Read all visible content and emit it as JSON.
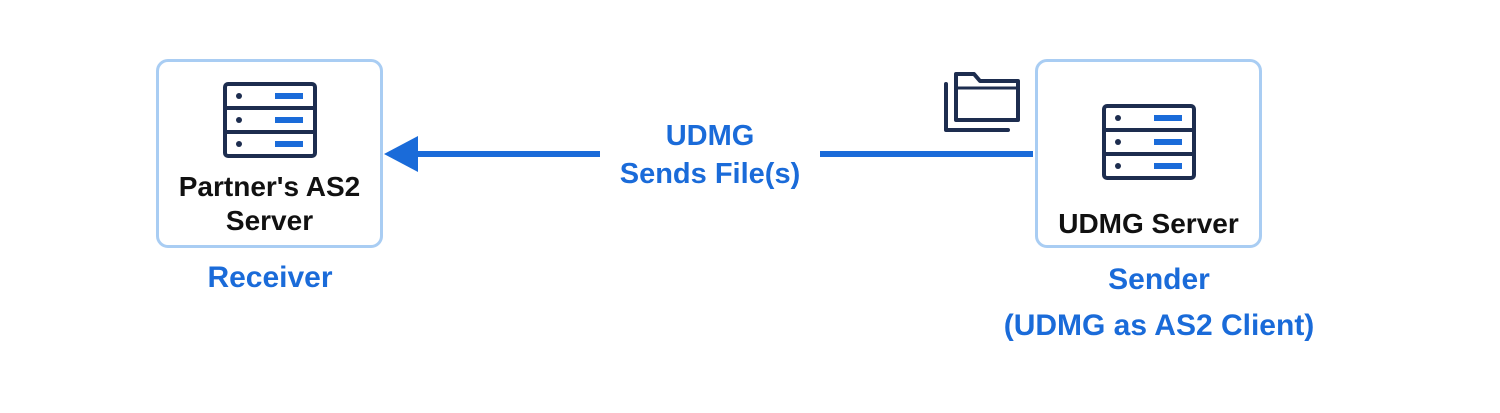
{
  "receiver": {
    "name_line1": "Partner's AS2",
    "name_line2": "Server",
    "role": "Receiver",
    "icon": "server-icon"
  },
  "sender": {
    "name": "UDMG Server",
    "role_line1": "Sender",
    "role_line2": "(UDMG as AS2 Client)",
    "icon": "server-icon"
  },
  "flow": {
    "label_line1": "UDMG",
    "label_line2": "Sends File(s)",
    "direction": "sender-to-receiver",
    "icon": "folder-icon"
  },
  "colors": {
    "accent": "#1a6bd9",
    "box_border": "#a9cdf3",
    "icon_stroke": "#1d2d4f",
    "icon_bar": "#1a6bd9",
    "text": "#111111"
  }
}
